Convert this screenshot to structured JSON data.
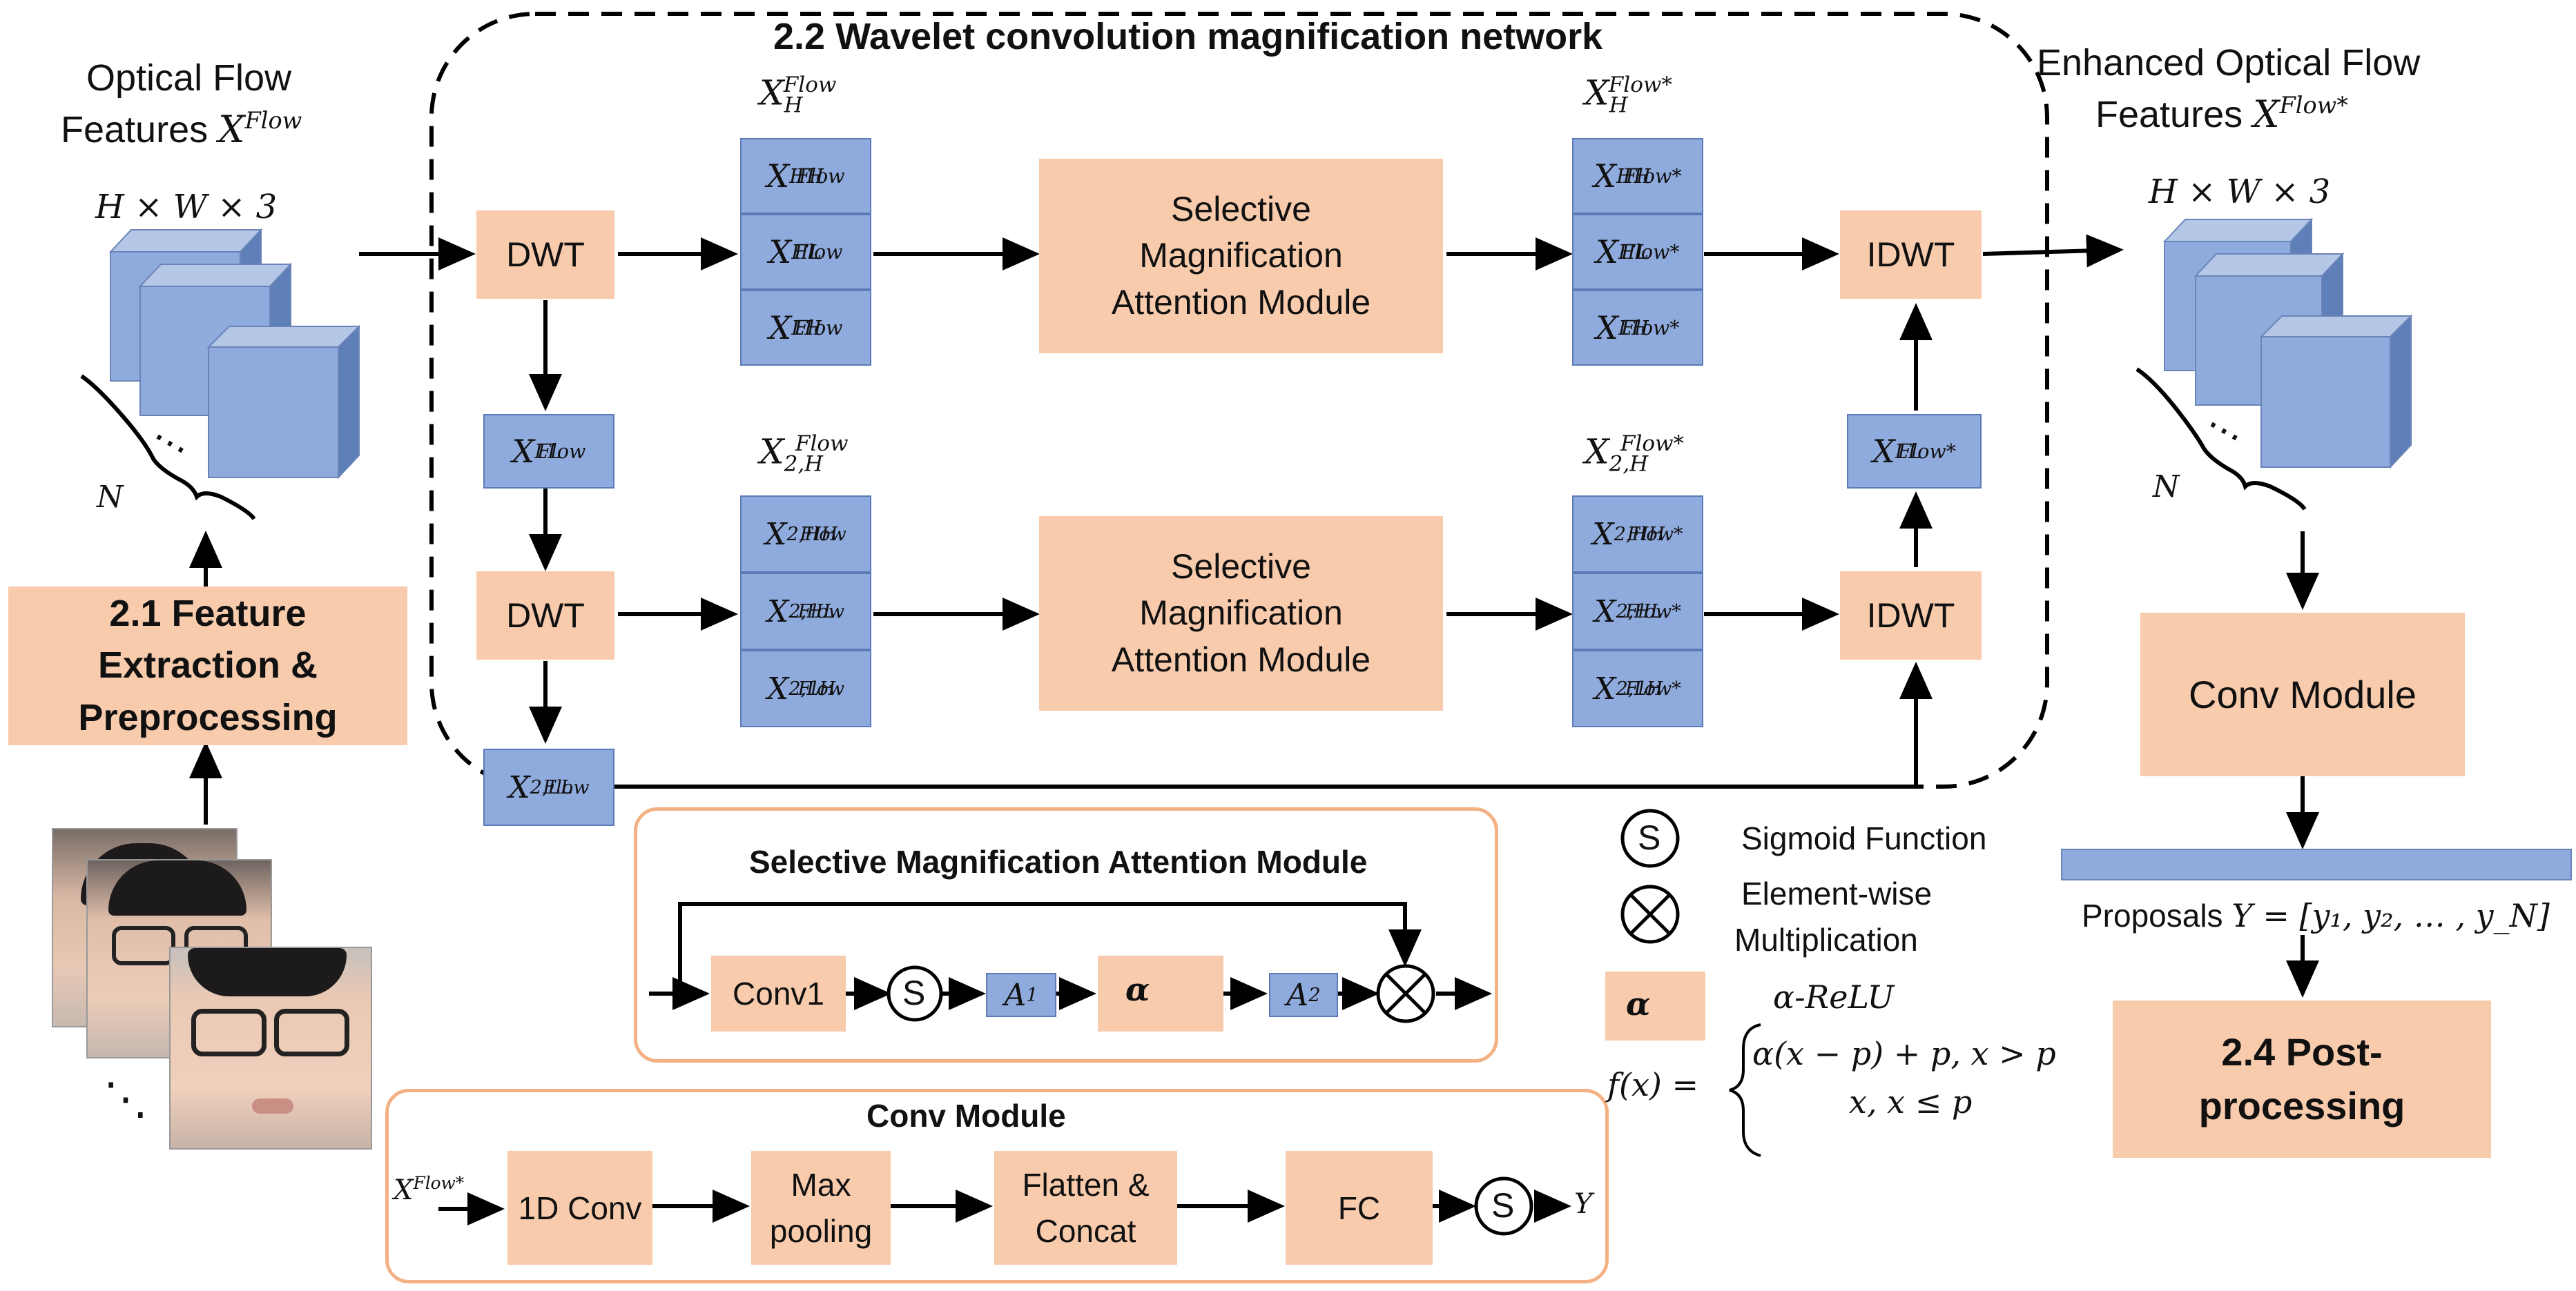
{
  "title_network": "2.2 Wavelet convolution magnification network",
  "input": {
    "title_line1": "Optical Flow",
    "title_line2": "Features ",
    "var_base": "X",
    "var_sup": "Flow",
    "dims": "H × W × 3",
    "count": "N",
    "dots": "⋯"
  },
  "output": {
    "title_line1": "Enhanced Optical Flow",
    "title_line2": "Features ",
    "var_base": "X",
    "var_sup": "Flow*",
    "dims": "H × W × 3",
    "count": "N",
    "dots": "⋯"
  },
  "feature_extraction": "2.1 Feature Extraction & Preprocessing",
  "frames_dots": "⋱",
  "dwt": "DWT",
  "idwt": "IDWT",
  "sma_label": "Selective Magnification Attention Module",
  "level1": {
    "h_group": {
      "base": "X",
      "sub": "H",
      "sup": "Flow"
    },
    "h_items": [
      {
        "base": "X",
        "sub": "HH",
        "sup": "Flow"
      },
      {
        "base": "X",
        "sub": "HL",
        "sup": "Flow"
      },
      {
        "base": "X",
        "sub": "LH",
        "sup": "Flow"
      }
    ],
    "h_group_out": {
      "base": "X",
      "sub": "H",
      "sup": "Flow*"
    },
    "h_items_out": [
      {
        "base": "X",
        "sub": "HH",
        "sup": "Flow*"
      },
      {
        "base": "X",
        "sub": "HL",
        "sup": "Flow*"
      },
      {
        "base": "X",
        "sub": "LH",
        "sup": "Flow*"
      }
    ],
    "ll": {
      "base": "X",
      "sub": "LL",
      "sup": "Flow"
    },
    "ll_out": {
      "base": "X",
      "sub": "LL",
      "sup": "Flow*"
    }
  },
  "level2": {
    "h_group": {
      "base": "X",
      "sub": "2,H",
      "sup": "Flow"
    },
    "h_items": [
      {
        "base": "X",
        "sub": "2,HH",
        "sup": "Flow"
      },
      {
        "base": "X",
        "sub": "2,HL",
        "sup": "Flow"
      },
      {
        "base": "X",
        "sub": "2,LH",
        "sup": "Flow"
      }
    ],
    "h_group_out": {
      "base": "X",
      "sub": "2,H",
      "sup": "Flow*"
    },
    "h_items_out": [
      {
        "base": "X",
        "sub": "2,HH",
        "sup": "Flow*"
      },
      {
        "base": "X",
        "sub": "2,HL",
        "sup": "Flow*"
      },
      {
        "base": "X",
        "sub": "2,LH",
        "sup": "Flow*"
      }
    ],
    "ll": {
      "base": "X",
      "sub": "2,LL",
      "sup": "Flow"
    }
  },
  "sma_panel": {
    "title": "Selective Magnification Attention Module",
    "conv1": "Conv1",
    "sigmoid": "S",
    "a1": {
      "base": "A",
      "sub": "1"
    },
    "alpha": "α",
    "a2": {
      "base": "A",
      "sub": "2"
    },
    "mult": "⊗"
  },
  "conv_panel": {
    "title": "Conv Module",
    "input": {
      "base": "X",
      "sup": "Flow*"
    },
    "steps": [
      "1D Conv",
      "Max pooling",
      "Flatten & Concat",
      "FC"
    ],
    "sigmoid": "S",
    "output": "Y"
  },
  "legend": {
    "sigmoid_symbol": "S",
    "sigmoid_label": "Sigmoid Function",
    "mult_symbol": "⊗",
    "mult_label_1": "Element-wise",
    "mult_label_2": "Multiplication",
    "alpha_symbol": "α",
    "alpha_relu": "α-ReLU",
    "formula_lhs": "f(x) =",
    "formula_case1": "α(x − p) + p, x > p",
    "formula_case2": "x, x ≤ p"
  },
  "right_column": {
    "conv_module": "Conv Module",
    "proposals_label": "Proposals ",
    "proposals_math": "Y = [y₁, y₂, … , y_N]",
    "postprocessing_line1": "2.4 Post-",
    "postprocessing_line2": "processing"
  },
  "colors": {
    "salmon": "#f8cbad",
    "blue": "#8faadc",
    "panel_border": "#f4b183",
    "cube_front": "#8faadc",
    "cube_top": "#b4c7e7",
    "cube_side": "#5f7fb8"
  }
}
